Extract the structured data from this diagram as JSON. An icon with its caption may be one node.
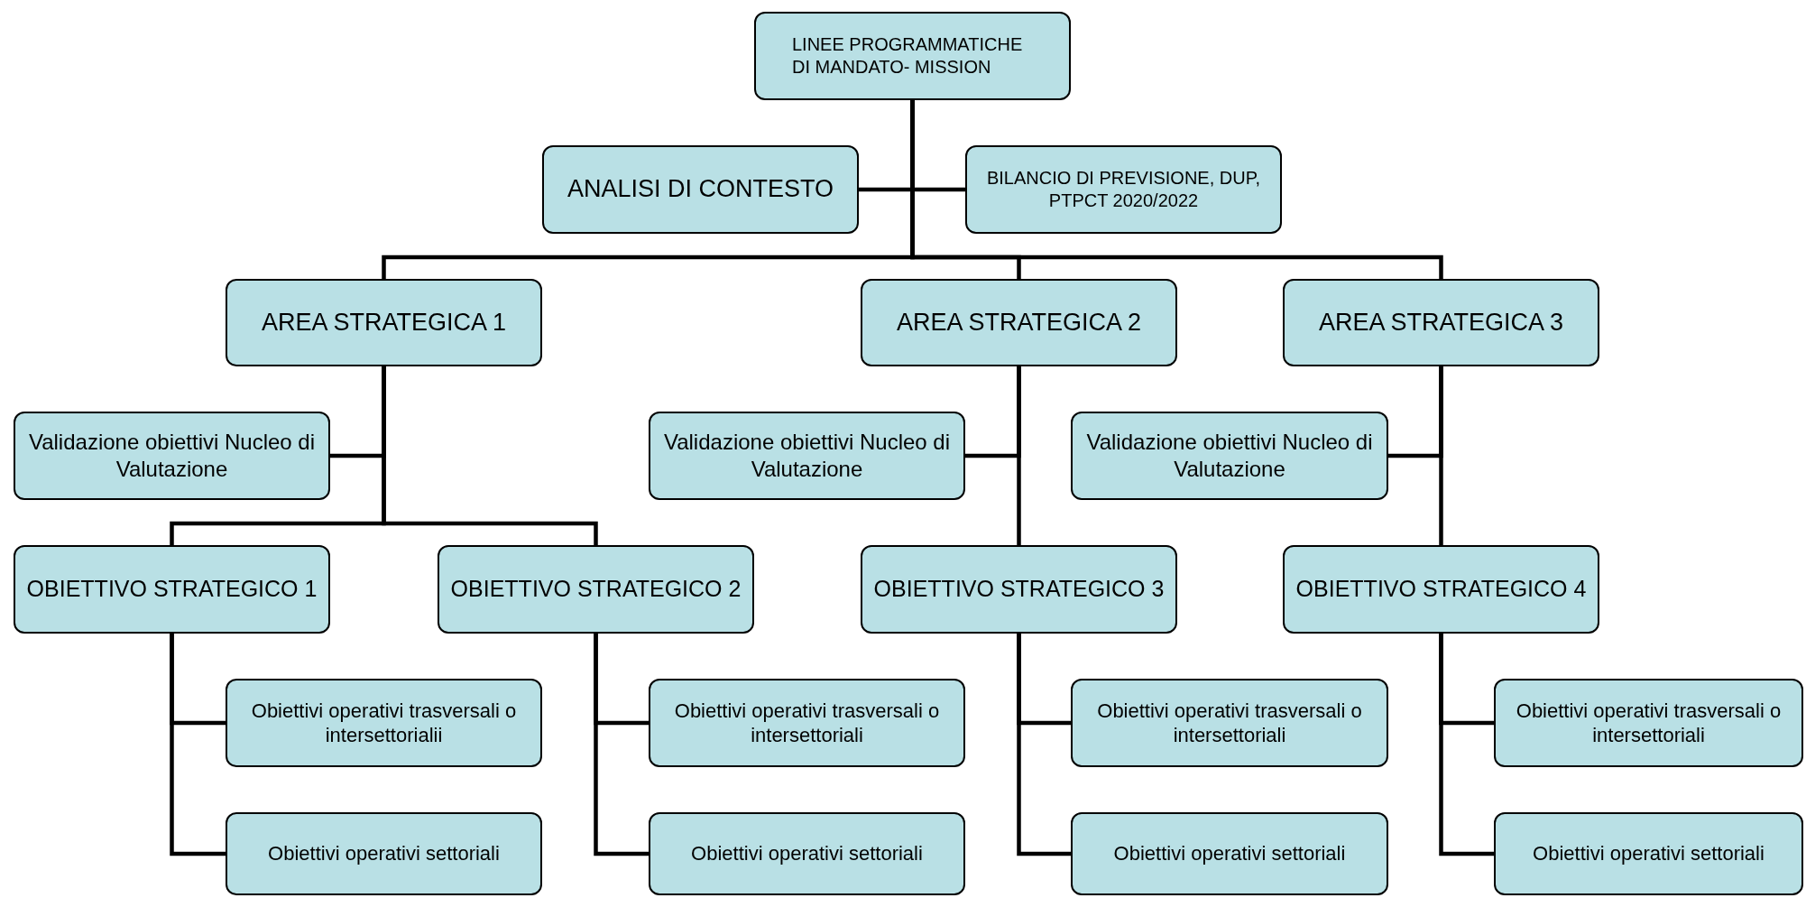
{
  "diagram": {
    "nodes": [
      {
        "text": [
          "LINEE PROGRAMMATICHE DI MANDATO- MISSION"
        ]
      },
      {
        "text": [
          "ANALISI DI CONTESTO"
        ]
      },
      {
        "text": [
          "BILANCIO DI PREVISIONE, DUP, PTPCT 2020/2022"
        ]
      },
      {
        "text": [
          "AREA STRATEGICA 1"
        ]
      },
      {
        "text": [
          "AREA STRATEGICA 2"
        ]
      },
      {
        "text": [
          "AREA STRATEGICA 3"
        ]
      },
      {
        "text": [
          "Validazione obiettivi Nucleo di Valutazione"
        ]
      },
      {
        "text": [
          "Validazione obiettivi Nucleo di Valutazione"
        ]
      },
      {
        "text": [
          "Validazione obiettivi Nucleo di Valutazione"
        ]
      },
      {
        "text": [
          "OBIETTIVO STRATEGICO 1"
        ]
      },
      {
        "text": [
          "OBIETTIVO STRATEGICO 2"
        ]
      },
      {
        "text": [
          "OBIETTIVO STRATEGICO 3"
        ]
      },
      {
        "text": [
          "OBIETTIVO STRATEGICO 4"
        ]
      },
      {
        "text": [
          "Obiettivi operativi trasversali o intersettorialii"
        ]
      },
      {
        "text": [
          "Obiettivi operativi settoriali"
        ]
      },
      {
        "text": [
          "Obiettivi operativi trasversali o intersettoriali"
        ]
      },
      {
        "text": [
          "Obiettivi operativi settoriali"
        ]
      },
      {
        "text": [
          "Obiettivi operativi trasversali o intersettoriali"
        ]
      },
      {
        "text": [
          "Obiettivi operativi settoriali"
        ]
      },
      {
        "text": [
          "Obiettivi operativi trasversali o intersettoriali"
        ]
      },
      {
        "text": [
          "Obiettivi operativi settoriali"
        ]
      }
    ],
    "edges": [
      {
        "from": 0,
        "to": 1,
        "arrow": "none"
      },
      {
        "from": 0,
        "to": 2,
        "arrow": "none"
      },
      {
        "from": 0,
        "to": 3,
        "arrow": "none"
      },
      {
        "from": 0,
        "to": 4,
        "arrow": "none"
      },
      {
        "from": 0,
        "to": 5,
        "arrow": "none"
      },
      {
        "from": 3,
        "to": 6,
        "arrow": "none"
      },
      {
        "from": 3,
        "to": 9,
        "arrow": "none"
      },
      {
        "from": 3,
        "to": 10,
        "arrow": "none"
      },
      {
        "from": 4,
        "to": 7,
        "arrow": "none"
      },
      {
        "from": 4,
        "to": 11,
        "arrow": "none"
      },
      {
        "from": 5,
        "to": 8,
        "arrow": "none"
      },
      {
        "from": 5,
        "to": 12,
        "arrow": "none"
      },
      {
        "from": 9,
        "to": 13,
        "arrow": "none"
      },
      {
        "from": 9,
        "to": 14,
        "arrow": "none"
      },
      {
        "from": 10,
        "to": 15,
        "arrow": "none"
      },
      {
        "from": 10,
        "to": 16,
        "arrow": "none"
      },
      {
        "from": 11,
        "to": 17,
        "arrow": "none"
      },
      {
        "from": 11,
        "to": 18,
        "arrow": "none"
      },
      {
        "from": 12,
        "to": 19,
        "arrow": "none"
      },
      {
        "from": 12,
        "to": 20,
        "arrow": "none"
      }
    ]
  }
}
